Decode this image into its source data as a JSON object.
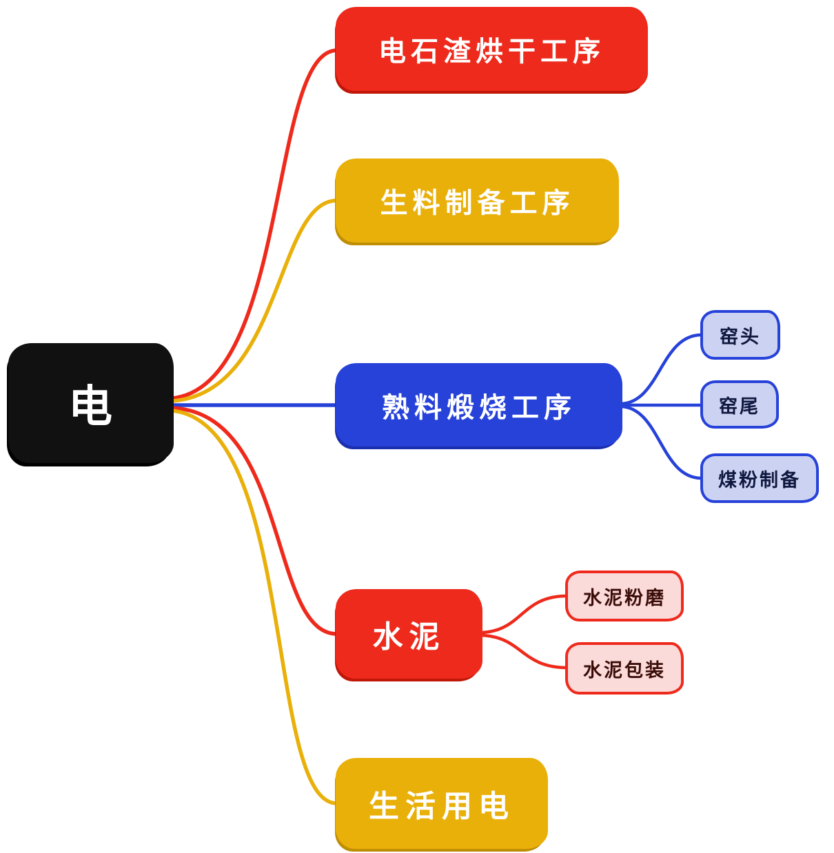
{
  "canvas": {
    "background": "#ffffff"
  },
  "root": {
    "label": "电",
    "bg": "#111111",
    "text_color": "#ffffff"
  },
  "branches": [
    {
      "label": "电石渣烘干工序",
      "bg": "#ee2a1c",
      "text_color": "#ffffff",
      "line_color": "#ee2a1c",
      "children": []
    },
    {
      "label": "生料制备工序",
      "bg": "#e9b00a",
      "text_color": "#ffffff",
      "line_color": "#e9b00a",
      "children": []
    },
    {
      "label": "熟料煅烧工序",
      "bg": "#2742d9",
      "text_color": "#ffffff",
      "line_color": "#2742d9",
      "children": [
        {
          "label": "窑头",
          "bg": "#ccd3f2",
          "border_color": "#2742d9",
          "text_color": "#101840"
        },
        {
          "label": "窑尾",
          "bg": "#ccd3f2",
          "border_color": "#2742d9",
          "text_color": "#101840"
        },
        {
          "label": "煤粉制备",
          "bg": "#ccd3f2",
          "border_color": "#2742d9",
          "text_color": "#101840"
        }
      ]
    },
    {
      "label": "水泥",
      "bg": "#ee2a1c",
      "text_color": "#ffffff",
      "line_color": "#ee2a1c",
      "children": [
        {
          "label": "水泥粉磨",
          "bg": "#fbdada",
          "border_color": "#ee2a1c",
          "text_color": "#3a0d08"
        },
        {
          "label": "水泥包装",
          "bg": "#fbdada",
          "border_color": "#ee2a1c",
          "text_color": "#3a0d08"
        }
      ]
    },
    {
      "label": "生活用电",
      "bg": "#e9b00a",
      "text_color": "#ffffff",
      "line_color": "#e9b00a",
      "children": []
    }
  ]
}
